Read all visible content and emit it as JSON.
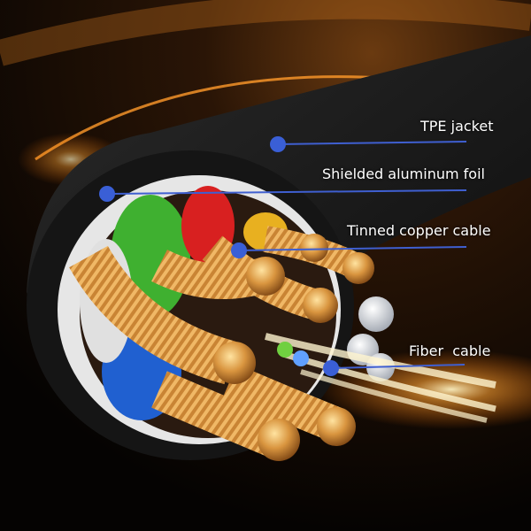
{
  "labels": {
    "tpe_jacket": "TPE jacket",
    "shielded_foil": "Shielded aluminum foil",
    "tinned_copper": "Tinned copper cable",
    "fiber": "Fiber  cable"
  },
  "colors": {
    "dot": "#3a5fd6",
    "line": "#3f5fd0",
    "copper": "#d9953f",
    "jacket": "#1a1a1a",
    "glow": "#ff9a2a"
  }
}
